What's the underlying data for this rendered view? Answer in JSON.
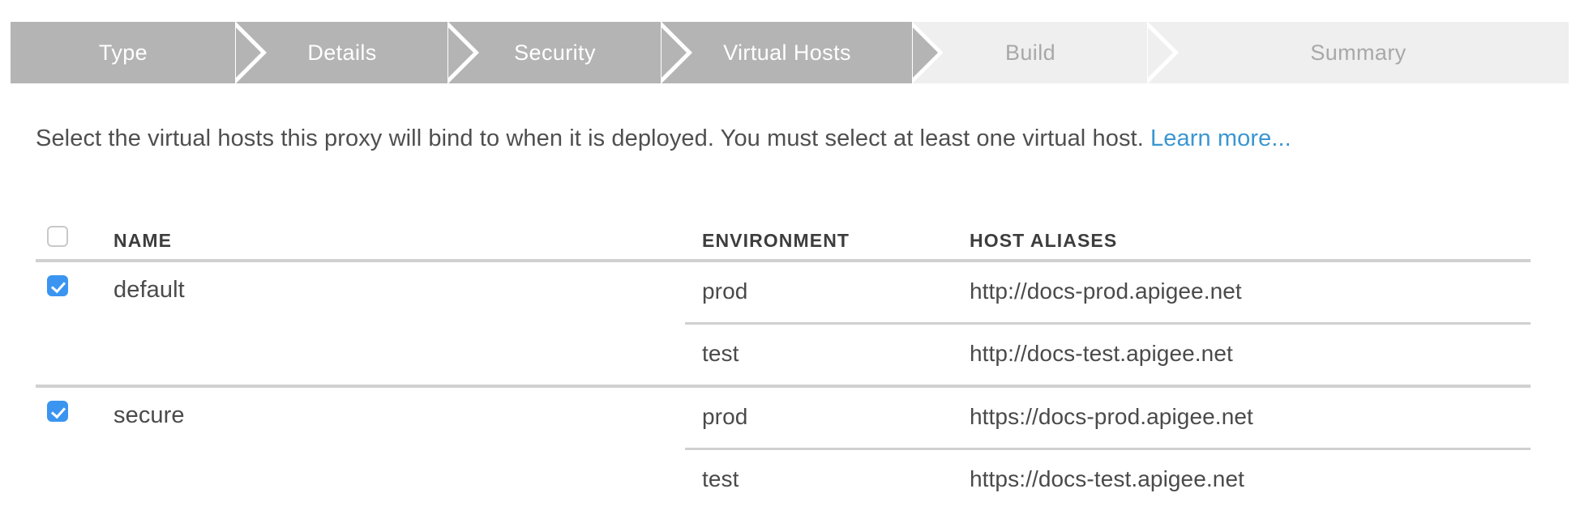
{
  "stepper": {
    "steps": [
      {
        "label": "Type",
        "state": "done"
      },
      {
        "label": "Details",
        "state": "done"
      },
      {
        "label": "Security",
        "state": "done"
      },
      {
        "label": "Virtual Hosts",
        "state": "done"
      },
      {
        "label": "Build",
        "state": "todo"
      },
      {
        "label": "Summary",
        "state": "todo"
      }
    ],
    "colors": {
      "done_bg": "#b4b4b4",
      "done_text": "#ffffff",
      "todo_bg": "#efefef",
      "todo_text": "#a8a8a8"
    }
  },
  "description": {
    "text": "Select the virtual hosts this proxy will bind to when it is deployed. You must select at least one virtual host. ",
    "link_label": "Learn more...",
    "link_color": "#3a96d2"
  },
  "table": {
    "headers": {
      "name": "NAME",
      "environment": "ENVIRONMENT",
      "host_aliases": "HOST ALIASES"
    },
    "select_all_checked": false,
    "accent_color": "#3b95f0",
    "groups": [
      {
        "name": "default",
        "checked": true,
        "rows": [
          {
            "environment": "prod",
            "host_alias": "http://docs-prod.apigee.net"
          },
          {
            "environment": "test",
            "host_alias": "http://docs-test.apigee.net"
          }
        ]
      },
      {
        "name": "secure",
        "checked": true,
        "rows": [
          {
            "environment": "prod",
            "host_alias": "https://docs-prod.apigee.net"
          },
          {
            "environment": "test",
            "host_alias": "https://docs-test.apigee.net"
          }
        ]
      }
    ]
  }
}
